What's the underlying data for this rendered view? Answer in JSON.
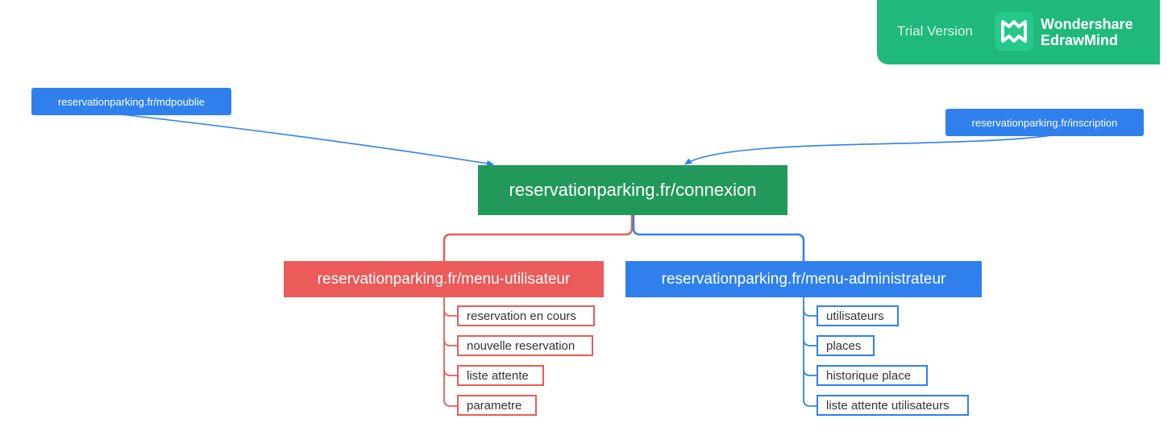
{
  "banner": {
    "trial_text": "Trial Version",
    "brand_line1": "Wondershare",
    "brand_line2": "EdrawMind",
    "logo_icon": "edrawmind-logo-icon"
  },
  "colors": {
    "root": "#22995a",
    "red_branch": "#ea5b59",
    "blue_branch": "#2f80ed",
    "banner": "#1fb97b"
  },
  "floating": {
    "mdpoublie": "reservationparking.fr/mdpoublie",
    "inscription": "reservationparking.fr/inscription"
  },
  "root": {
    "label": "reservationparking.fr/connexion"
  },
  "branches": {
    "utilisateur": {
      "label": "reservationparking.fr/menu-utilisateur",
      "items": [
        "reservation en cours",
        "nouvelle reservation",
        "liste attente",
        "parametre"
      ]
    },
    "administrateur": {
      "label": "reservationparking.fr/menu-administrateur",
      "items": [
        "utilisateurs",
        "places",
        "historique place",
        "liste attente utilisateurs"
      ]
    }
  }
}
